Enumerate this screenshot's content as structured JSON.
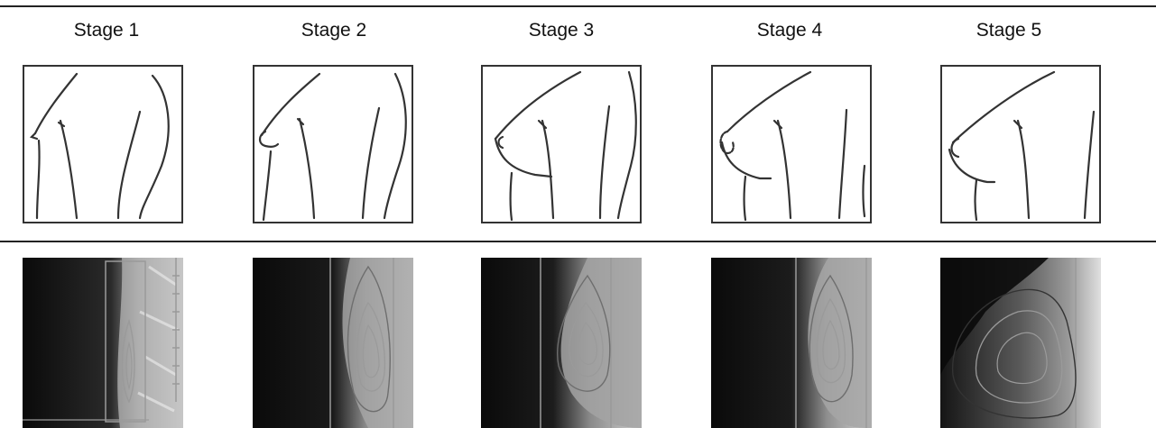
{
  "stages": [
    {
      "label": "Stage 1"
    },
    {
      "label": "Stage 2"
    },
    {
      "label": "Stage 3"
    },
    {
      "label": "Stage 4"
    },
    {
      "label": "Stage 5"
    }
  ],
  "colors": {
    "rule": "#222222",
    "sketch_line": "#333333",
    "scan_background": "#0a0a0a",
    "scan_contour": "#9a9a9a"
  }
}
